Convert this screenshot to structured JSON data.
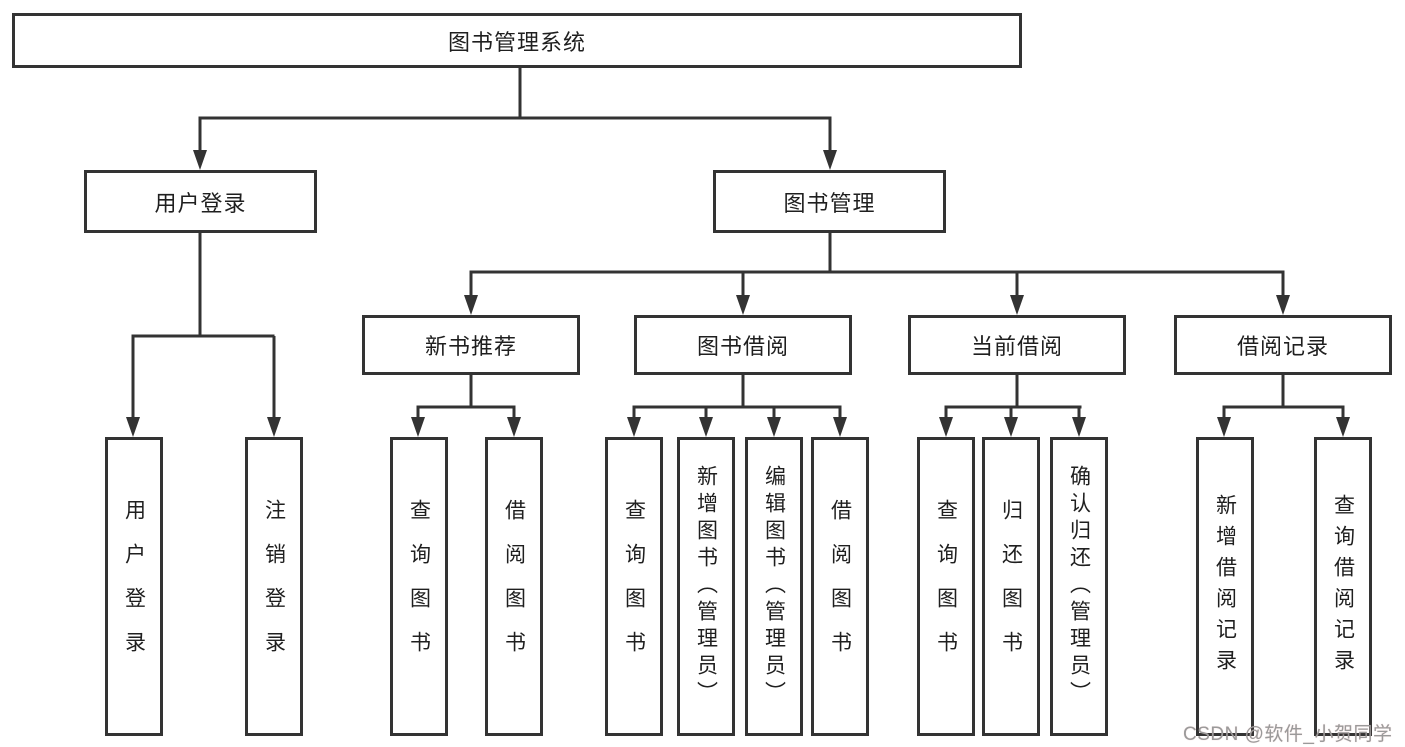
{
  "root": {
    "label": "图书管理系统"
  },
  "branches": [
    {
      "label": "用户登录"
    },
    {
      "label": "图书管理"
    }
  ],
  "modules": [
    {
      "label": "新书推荐"
    },
    {
      "label": "图书借阅"
    },
    {
      "label": "当前借阅"
    },
    {
      "label": "借阅记录"
    }
  ],
  "leaves": {
    "user": [
      "用户登录",
      "注销登录"
    ],
    "recommend": [
      "查询图书",
      "借阅图书"
    ],
    "borrow": [
      "查询图书",
      "新增图书（管理员）",
      "编辑图书（管理员）",
      "借阅图书"
    ],
    "current": [
      "查询图书",
      "归还图书",
      "确认归还（管理员）"
    ],
    "records": [
      "新增借阅记录",
      "查询借阅记录"
    ]
  },
  "watermark": "CSDN @软件_小贺同学",
  "colors": {
    "line": "#333333",
    "text": "#1f1f1f",
    "watermark": "#9a9a9a",
    "background": "#ffffff"
  }
}
